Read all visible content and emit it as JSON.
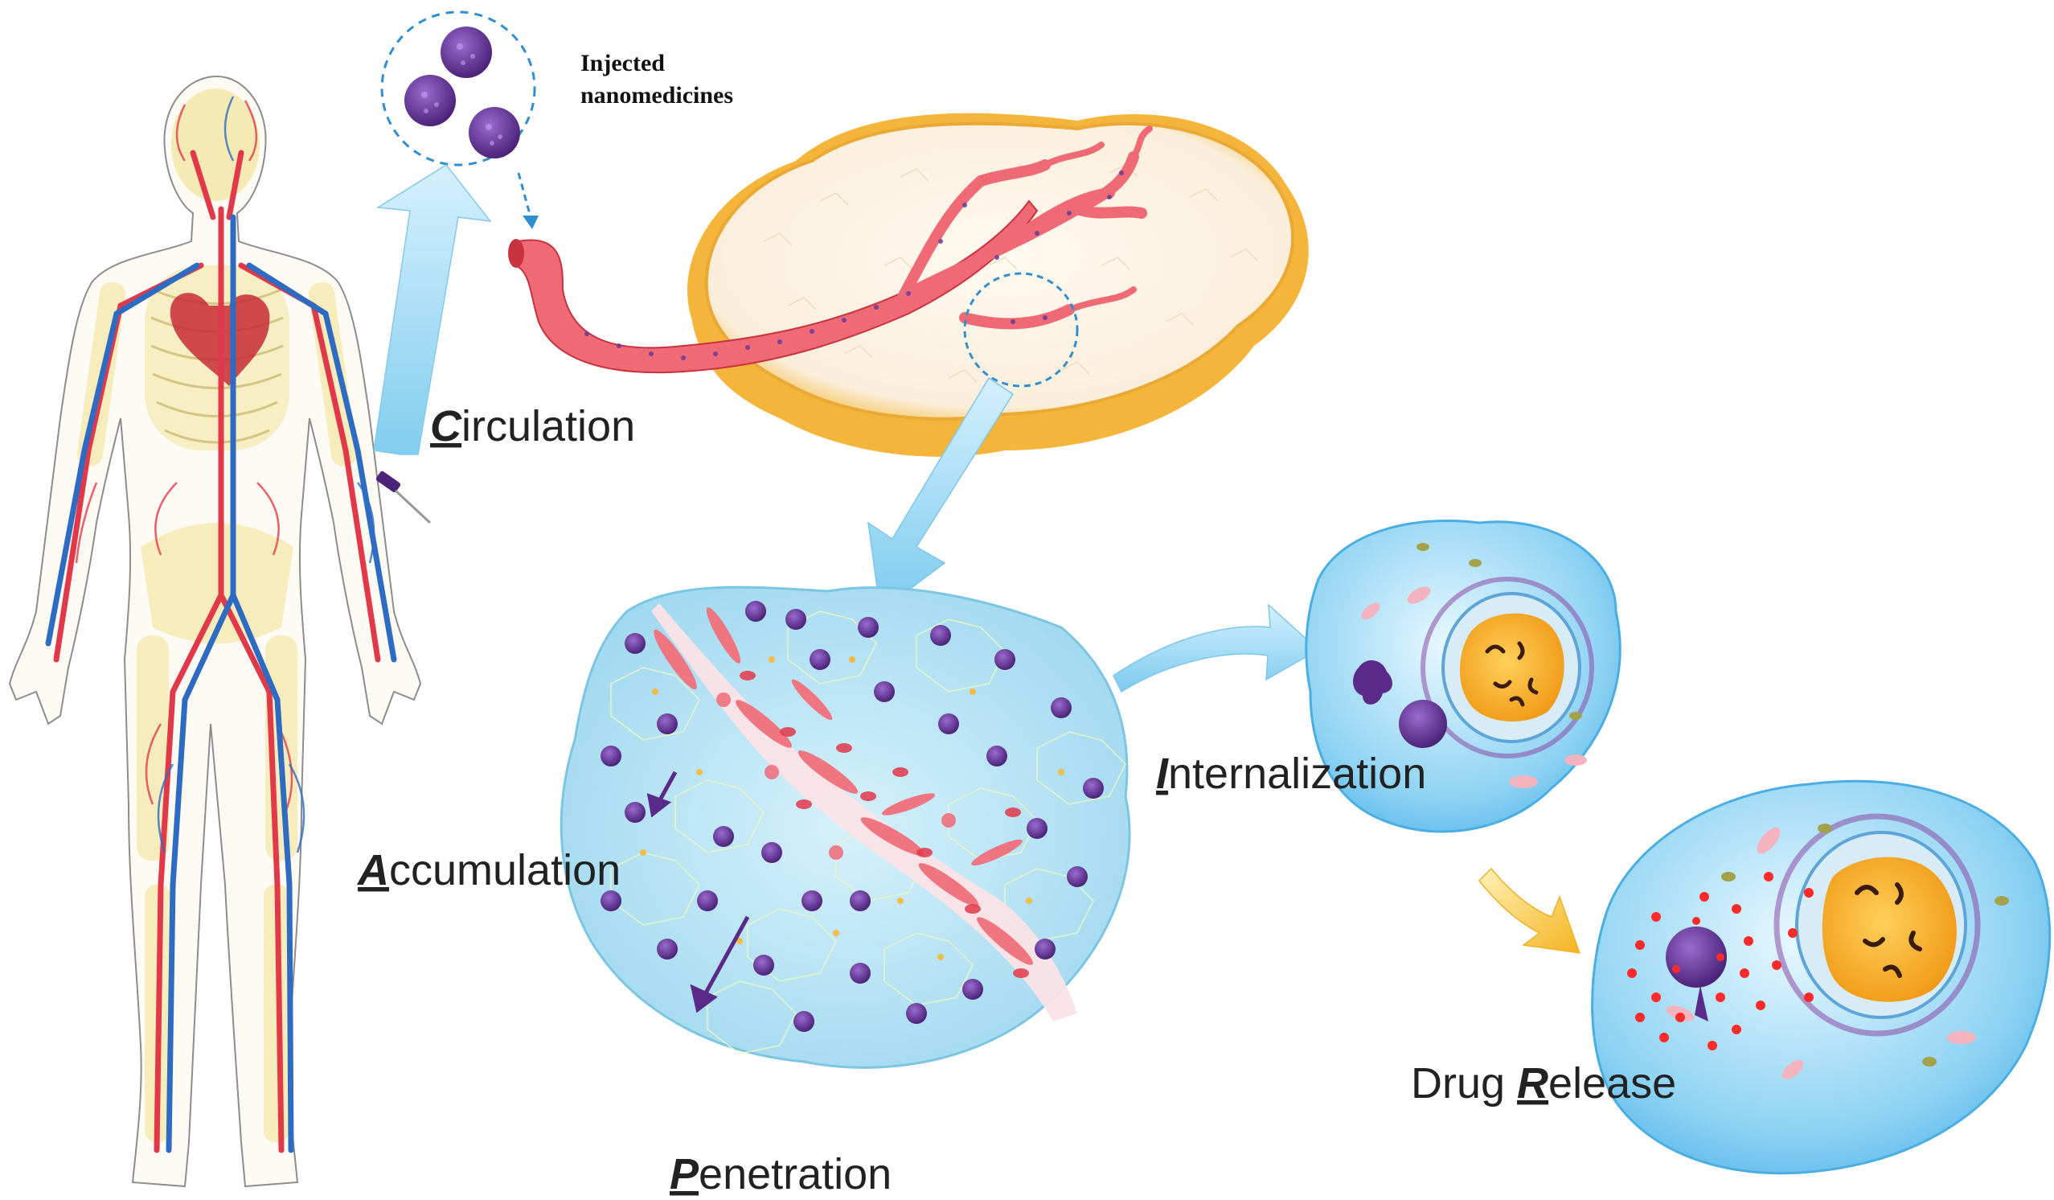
{
  "injected_label": {
    "line1": "Injected",
    "line2": "nanomedicines"
  },
  "steps": {
    "circulation": {
      "initial": "C",
      "rest": "irculation"
    },
    "accumulation": {
      "initial": "A",
      "rest": "ccumulation"
    },
    "penetration": {
      "initial": "P",
      "rest": "enetration"
    },
    "internalization": {
      "initial": "I",
      "rest": "nternalization"
    },
    "release": {
      "prefix": "Drug ",
      "initial": "R",
      "rest": "elease"
    }
  },
  "colors": {
    "artery": "#e2394a",
    "vein": "#2e6cc4",
    "skeleton": "#f3e6a4",
    "nanoparticle": "#6a3a9a",
    "tumor_cell": "#aee0f2",
    "tumor_fat": "#f7b733",
    "arrow_blue": "#9bd6f2",
    "arrow_yellow": "#f7c23c",
    "nucleus": "#f2a623"
  }
}
